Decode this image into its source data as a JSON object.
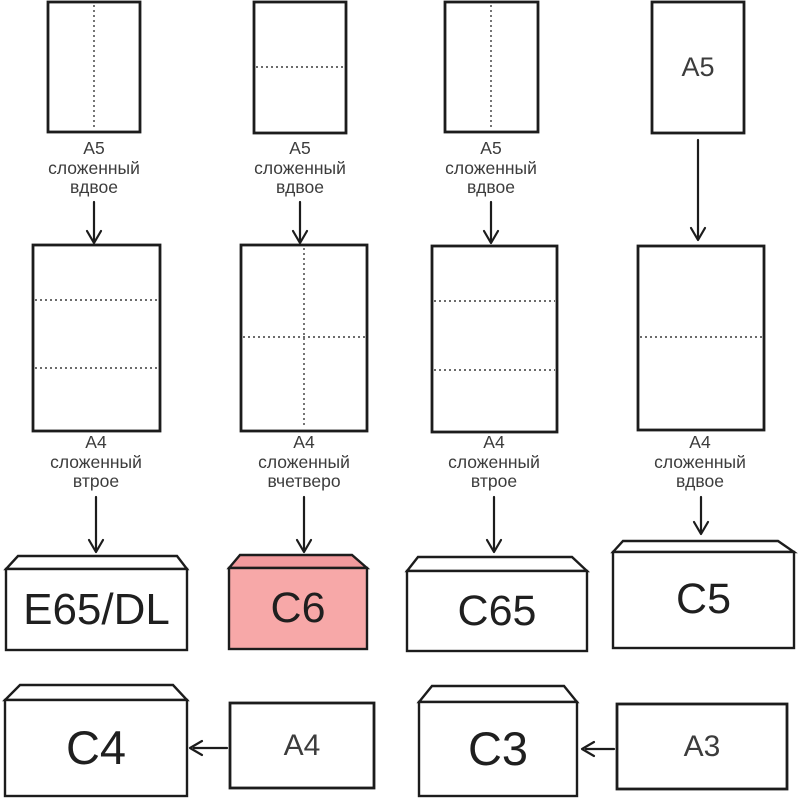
{
  "colors": {
    "line": "#1c1c1c",
    "text": "#3c3c3c",
    "label": "#1f1f1f",
    "paper_fill": "#ffffff",
    "highlight_fill": "#f7a8a8",
    "highlight_flap_fill": "#f29a9d",
    "background": "#ffffff"
  },
  "top_row": [
    {
      "caption": [
        "A5",
        "сложенный",
        "вдвое"
      ]
    },
    {
      "caption": [
        "A5",
        "сложенный",
        "вдвое"
      ]
    },
    {
      "caption": [
        "A5",
        "сложенный",
        "вдвое"
      ]
    },
    {
      "inner_label": "A5"
    }
  ],
  "middle_row": [
    {
      "caption": [
        "A4",
        "сложенный",
        "втрое"
      ]
    },
    {
      "caption": [
        "A4",
        "сложенный",
        "вчетверо"
      ]
    },
    {
      "caption": [
        "A4",
        "сложенный",
        "втрое"
      ]
    },
    {
      "caption": [
        "A4",
        "сложенный",
        "вдвое"
      ]
    }
  ],
  "envelope_row": [
    {
      "label": "E65/DL"
    },
    {
      "label": "C6",
      "highlighted": true
    },
    {
      "label": "C65"
    },
    {
      "label": "C5"
    }
  ],
  "bottom_row": [
    {
      "envelope_label": "C4",
      "paper_label": "A4"
    },
    {
      "envelope_label": "C3",
      "paper_label": "A3"
    }
  ]
}
